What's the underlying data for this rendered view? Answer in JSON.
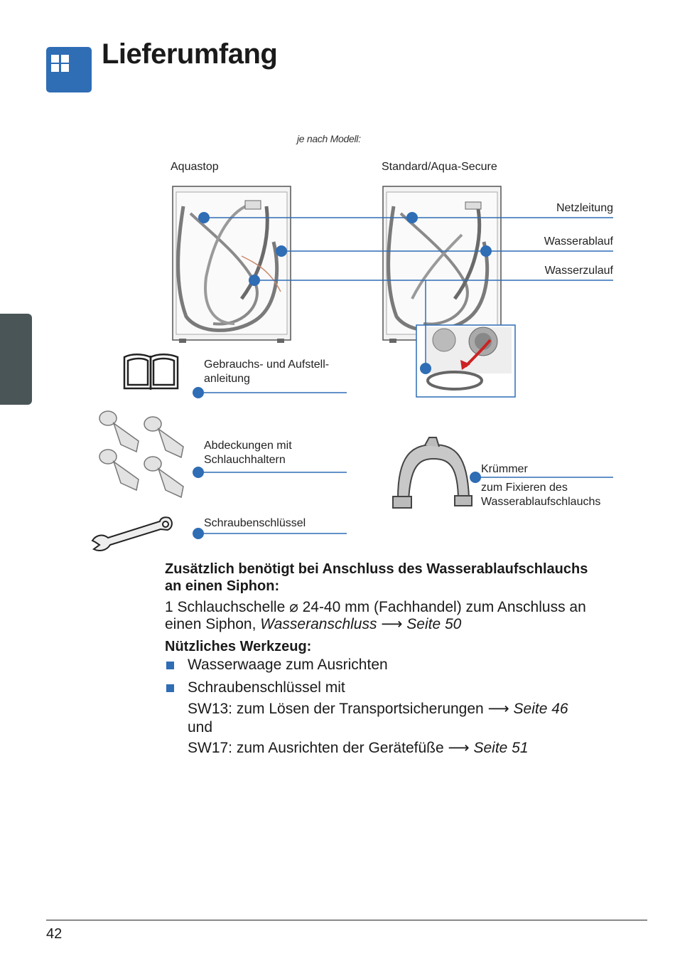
{
  "header": {
    "title": "Lieferumfang"
  },
  "figure": {
    "model_note": "je nach Modell:",
    "machine_left_label": "Aquastop",
    "machine_right_label": "Standard/Aqua-Secure",
    "callouts": {
      "power_cable": "Netzleitung",
      "drain_hose": "Wasserablauf",
      "inlet_hose": "Wasserzulauf"
    },
    "manual_label_line1": "Gebrauchs- und Aufstell-",
    "manual_label_line2": "anleitung",
    "covers_label_line1": "Abdeckungen mit",
    "covers_label_line2": "Schlauchhaltern",
    "wrench_label": "Schraubenschlüssel",
    "bend_label": "Krümmer",
    "bend_desc_line1": "zum Fixieren des",
    "bend_desc_line2": "Wasserablaufschlauchs"
  },
  "additional": {
    "heading_line1": "Zusätzlich benötigt bei Anschluss des Wasserablaufschlauchs",
    "heading_line2": "an einen Siphon:",
    "body_line1": "1 Schlauchschelle ⌀ 24-40 mm (Fachhandel) zum Anschluss an",
    "body_line2_prefix": "einen Siphon,",
    "body_line2_ref": "Wasseranschluss",
    "arrow": "⟶",
    "body_line2_page": "Seite 50"
  },
  "tools": {
    "heading": "Nützliches Werkzeug:",
    "item1": "Wasserwaage zum Ausrichten",
    "item2": "Schraubenschlüssel mit",
    "sw13_text": "SW13: zum Lösen der Transportsicherungen",
    "sw13_page": "Seite 46",
    "and_word": "und",
    "sw17_text": "SW17: zum Ausrichten der Gerätefüße",
    "sw17_page": "Seite 51"
  },
  "footer": {
    "page_number": "42"
  },
  "colors": {
    "accent_blue": "#2f6db5",
    "side_tab": "#4a5558"
  }
}
